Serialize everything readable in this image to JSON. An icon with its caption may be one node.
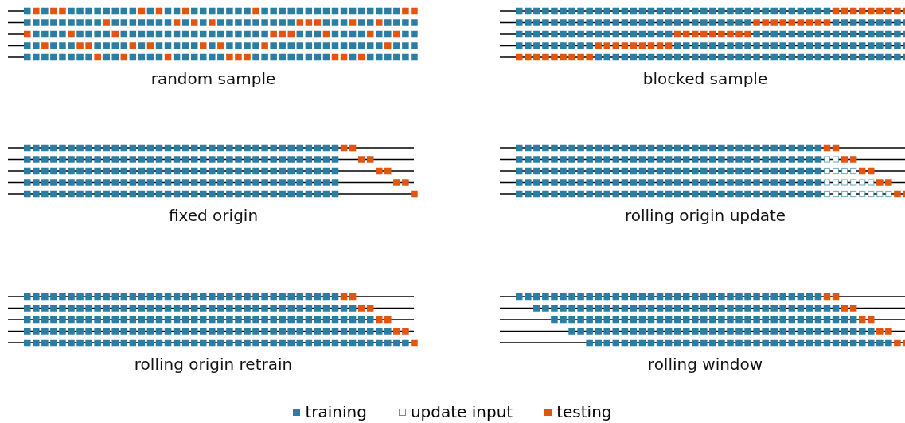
{
  "diagram": {
    "labels": [
      "random sample",
      "blocked sample",
      "fixed origin",
      "rolling origin update",
      "rolling origin retrain",
      "rolling window"
    ],
    "legend": [
      {
        "text": "training",
        "color": "#2b7ea1"
      },
      {
        "text": "update input"
      },
      {
        "text": "testing",
        "color": "#e0550f"
      }
    ]
  }
}
